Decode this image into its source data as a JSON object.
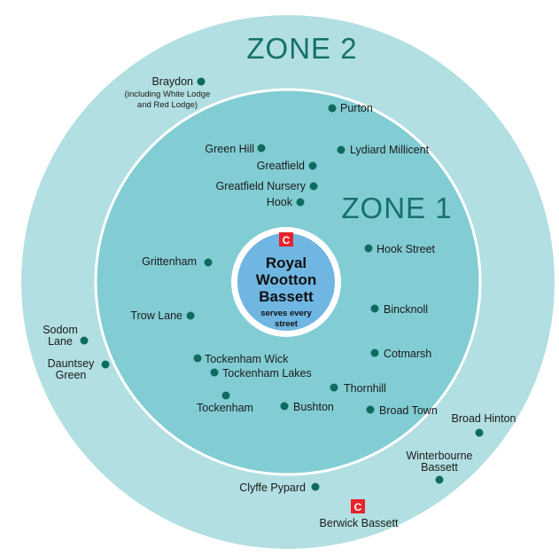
{
  "colors": {
    "zone2_fill": "#b2dfe1",
    "zone1_fill": "#82cdd4",
    "center_fill": "#6fb6e2",
    "dot": "#0e6b5f",
    "zone_text": "#15706a",
    "station_marker": "#e6232a"
  },
  "zones": {
    "zone2_label": "ZONE 2",
    "zone1_label": "ZONE 1"
  },
  "center": {
    "line1": "Royal",
    "line2": "Wootton",
    "line3": "Bassett",
    "sub1": "serves every",
    "sub2": "street",
    "marker_letter": "C"
  },
  "places": {
    "braydon": "Braydon",
    "braydon_note1": "(including White Lodge",
    "braydon_note2": "and Red Lodge)",
    "purton": "Purton",
    "green_hill": "Green Hill",
    "lydiard_millicent": "Lydiard Millicent",
    "greatfield": "Greatfield",
    "greatfield_nursery": "Greatfield Nursery",
    "hook": "Hook",
    "hook_street": "Hook Street",
    "grittenham": "Grittenham",
    "bincknoll": "Bincknoll",
    "trow_lane": "Trow Lane",
    "sodom_lane_1": "Sodom",
    "sodom_lane_2": "Lane",
    "dauntsey_green_1": "Dauntsey",
    "dauntsey_green_2": "Green",
    "cotmarsh": "Cotmarsh",
    "tockenham_wick": "Tockenham Wick",
    "tockenham_lakes": "Tockenham Lakes",
    "thornhill": "Thornhill",
    "tockenham": "Tockenham",
    "bushton": "Bushton",
    "broad_town": "Broad Town",
    "broad_hinton": "Broad Hinton",
    "winterbourne_bassett_1": "Winterbourne",
    "winterbourne_bassett_2": "Bassett",
    "clyffe_pypard": "Clyffe Pypard",
    "berwick_bassett": "Berwick Bassett",
    "berwick_marker_letter": "C"
  }
}
